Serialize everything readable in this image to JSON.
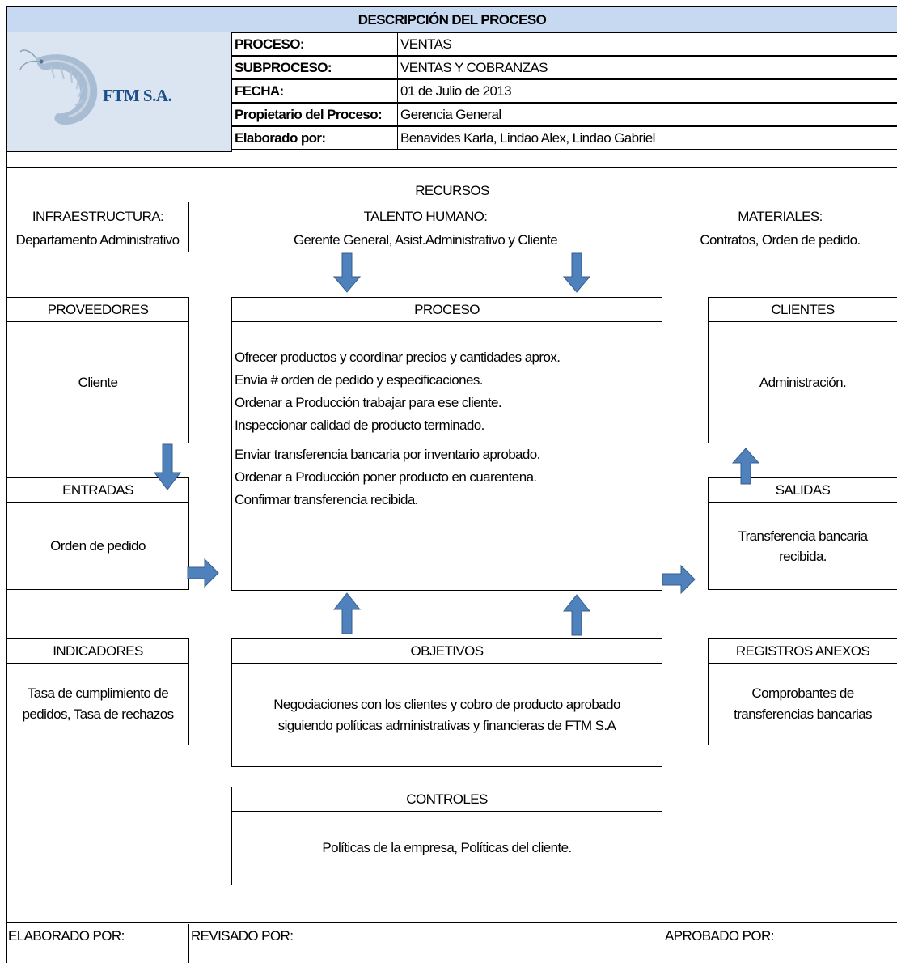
{
  "title": "DESCRIPCIÓN DEL PROCESO",
  "company": "FTM S.A.",
  "info": [
    {
      "label": "PROCESO:",
      "value": "VENTAS"
    },
    {
      "label": "SUBPROCESO:",
      "value": "VENTAS Y COBRANZAS"
    },
    {
      "label": "FECHA:",
      "value": "01 de Julio de 2013"
    },
    {
      "label": "Propietario del Proceso:",
      "value": "Gerencia General"
    },
    {
      "label": "Elaborado por:",
      "value": "Benavides Karla, Lindao Alex, Lindao Gabriel"
    }
  ],
  "recursos": {
    "title": "RECURSOS",
    "infra_label": "INFRAESTRUCTURA:",
    "infra_value": "Departamento Administrativo",
    "talento_label": "TALENTO HUMANO:",
    "talento_value": "Gerente General, Asist.Administrativo y Cliente",
    "materiales_label": "MATERIALES:",
    "materiales_value": "Contratos, Orden de pedido."
  },
  "proveedores": {
    "title": "PROVEEDORES",
    "value": "Cliente"
  },
  "entradas": {
    "title": "ENTRADAS",
    "value": "Orden de pedido"
  },
  "proceso": {
    "title": "PROCESO",
    "steps": [
      "Ofrecer productos y coordinar precios y cantidades aprox.",
      "Envía # orden de pedido y especificaciones.",
      "Ordenar a Producción trabajar para ese cliente.",
      "Inspeccionar calidad de producto terminado.",
      "Enviar transferencia bancaria por inventario aprobado.",
      "Ordenar a Producción poner producto en cuarentena.",
      "Confirmar transferencia recibida."
    ]
  },
  "clientes": {
    "title": "CLIENTES",
    "value": "Administración."
  },
  "salidas": {
    "title": "SALIDAS",
    "value_1": "Transferencia bancaria",
    "value_2": "recibida."
  },
  "indicadores": {
    "title": "INDICADORES",
    "value_1": "Tasa de cumplimiento de",
    "value_2": "pedidos, Tasa de rechazos"
  },
  "objetivos": {
    "title": "OBJETIVOS",
    "value_1": "Negociaciones con los clientes y cobro de producto aprobado",
    "value_2": "siguiendo políticas administrativas y financieras de FTM S.A"
  },
  "registros": {
    "title": "REGISTROS ANEXOS",
    "value_1": "Comprobantes de",
    "value_2": "transferencias bancarias"
  },
  "controles": {
    "title": "CONTROLES",
    "value": "Políticas de la empresa, Políticas del cliente."
  },
  "footer": {
    "elaborado": "ELABORADO POR:",
    "revisado": "REVISADO POR:",
    "aprobado": "APROBADO POR:"
  },
  "colors": {
    "header_fill": "#c6d9f1",
    "logo_fill": "#dbe5f1",
    "arrow_fill": "#4f81bd",
    "arrow_stroke": "#385d8a",
    "logo_text": "#1f4f8a"
  }
}
